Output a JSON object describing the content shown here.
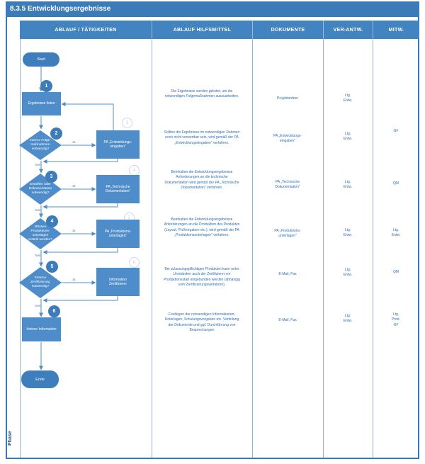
{
  "title": "8.3.5 Entwicklungsergebnisse",
  "phase_label": "Phase",
  "columns": [
    "ABLAUF / TÄTIGKEITEN",
    "ABLAUF HILFSMITTEL",
    "DOKUMENTE",
    "VER-ANTW.",
    "MITW."
  ],
  "labels": {
    "ja": "Ja",
    "nein": "Nein"
  },
  "flow": {
    "start": "Start",
    "end": "Ende",
    "step1": {
      "num": "1",
      "label": "Ergebnisse listen"
    },
    "d2": {
      "num": "2",
      "label": "Interne Folge-\nmaßnahmen\nnotwendig?"
    },
    "pa1": {
      "label": "PA „Entwicklungs-\neingaben“"
    },
    "d3": {
      "num": "3",
      "label": "Erstellen oder\nDokumentation\nnotwendig?"
    },
    "pa2": {
      "label": "PA „Technische\nDokumentation“"
    },
    "d4": {
      "num": "4",
      "label": "Müssen\nProduktions-\nunterlagen\nerstellt werden?"
    },
    "pa3": {
      "label": "PA „Produktions-\nunterlagen“"
    },
    "d5": {
      "num": "5",
      "label": "Externe\nZertifizierung\nnotwendig?"
    },
    "pa4": {
      "label": "Information\nZertifizierer"
    },
    "step6": {
      "num": "6",
      "label": "Interne Information"
    },
    "ghost_nums": [
      "3",
      "4",
      "5",
      "6"
    ]
  },
  "rows": [
    {
      "hilfsmittel": "Die Ergebnisse werden gelistet, um die notwendigen Folgemaßnahmen auszuarbeiten.",
      "dokumente": "Projektordner",
      "verantw": "Ltg.\nEntw.",
      "mitw": ""
    },
    {
      "hilfsmittel": "Sollten die Ergebnisse im notwendigen Rahmen noch nicht verwertbar sein, wird gemäß der PA „Entwicklungseingaben“ verfahren.",
      "dokumente": "PA „Entwicklungs-\neingaben“",
      "verantw": "Ltg.\nEntw.",
      "mitw": "GF"
    },
    {
      "hilfsmittel": "Beinhalten die Entwicklungsergebnisse Anforderungen an die technische Dokumentation wird gemäß der PA „Technische Dokumentation“ verfahren.",
      "dokumente": "PA „Technische\nDokumentation“",
      "verantw": "Ltg.\nEntw.",
      "mitw": "QM"
    },
    {
      "hilfsmittel": "Beinhalten die Entwicklungsergebnisse Anforderungen an die Produktion des Produktes (Layout, Prüfvorgaben etc.), wird gemäß der PA „Produktionsunterlagen“ verfahren.",
      "dokumente": "PA „Produktions-\nunterlagen“",
      "verantw": "Ltg.\nEntw.",
      "mitw": "Ltg.\nEntw."
    },
    {
      "hilfsmittel": "Bei zulassungspflichtigen Produkten kann unter Umständen auch der Zertifizierer vor Produktionsstart eingebunden werden (abhängig vom Zertifizierungsverfahren).",
      "dokumente": "E-Mail, Fax",
      "verantw": "Ltg.\nEntw.",
      "mitw": "QM"
    },
    {
      "hilfsmittel": "Festlegen der notwendigen Informationen, Unterlagen, Schulungsvorgaben etc. Verteilung der Dokumente und ggf. Durchführung von Besprechungen",
      "dokumente": "E-Mail, Fax",
      "verantw": "Ltg.\nEntw.",
      "mitw": "Ltg.\nProd.\nGF"
    }
  ],
  "colors": {
    "title_bar": "#3D7AB8",
    "header": "#4283C1",
    "shape_fill": "#4E8DC9",
    "ellipse_fill": "#3F7EBD",
    "number_circle": "#3C7CBB",
    "connector": "#4E8DC9",
    "body_text": "#2F6FB0",
    "grid_border": "#8FB4DC",
    "frame_border": "#3E76B0"
  }
}
